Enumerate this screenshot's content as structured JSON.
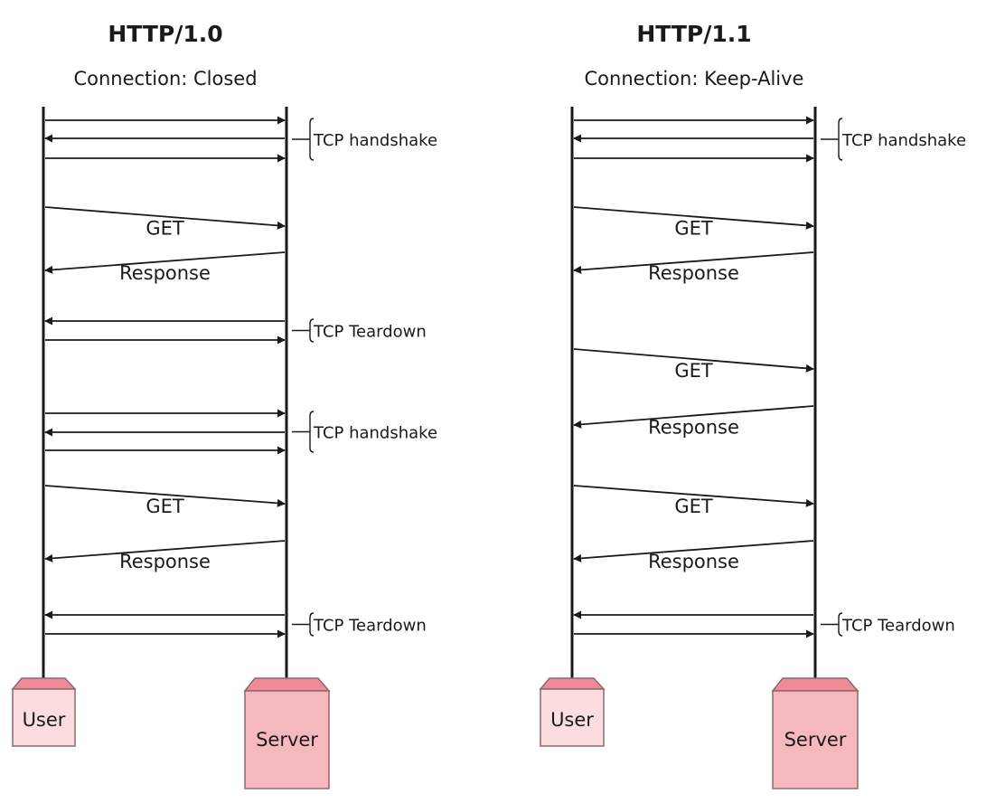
{
  "diagrams": [
    {
      "id": "http10",
      "title": "HTTP/1.0",
      "subtitle": "Connection: Closed",
      "client_label": "User",
      "server_label": "Server",
      "messages": [
        {
          "dir": "to-server",
          "kind": "flat"
        },
        {
          "dir": "to-client",
          "kind": "flat"
        },
        {
          "dir": "to-server",
          "kind": "flat"
        },
        {
          "dir": "to-server",
          "kind": "sloped",
          "label": "GET"
        },
        {
          "dir": "to-client",
          "kind": "sloped",
          "label": "Response"
        },
        {
          "dir": "to-client",
          "kind": "flat"
        },
        {
          "dir": "to-server",
          "kind": "flat"
        },
        {
          "dir": "to-server",
          "kind": "flat"
        },
        {
          "dir": "to-client",
          "kind": "flat"
        },
        {
          "dir": "to-server",
          "kind": "flat"
        },
        {
          "dir": "to-server",
          "kind": "sloped",
          "label": "GET"
        },
        {
          "dir": "to-client",
          "kind": "sloped",
          "label": "Response"
        },
        {
          "dir": "to-client",
          "kind": "flat"
        },
        {
          "dir": "to-server",
          "kind": "flat"
        }
      ],
      "annotations": [
        {
          "label": "TCP handshake",
          "from_message": 0,
          "to_message": 2
        },
        {
          "label": "TCP Teardown",
          "from_message": 5,
          "to_message": 6
        },
        {
          "label": "TCP handshake",
          "from_message": 7,
          "to_message": 9
        },
        {
          "label": "TCP Teardown",
          "from_message": 12,
          "to_message": 13
        }
      ]
    },
    {
      "id": "http11",
      "title": "HTTP/1.1",
      "subtitle": "Connection: Keep-Alive",
      "client_label": "User",
      "server_label": "Server",
      "messages": [
        {
          "dir": "to-server",
          "kind": "flat"
        },
        {
          "dir": "to-client",
          "kind": "flat"
        },
        {
          "dir": "to-server",
          "kind": "flat"
        },
        {
          "dir": "to-server",
          "kind": "sloped",
          "label": "GET"
        },
        {
          "dir": "to-client",
          "kind": "sloped",
          "label": "Response"
        },
        {
          "dir": "to-server",
          "kind": "sloped",
          "label": "GET"
        },
        {
          "dir": "to-client",
          "kind": "sloped",
          "label": "Response"
        },
        {
          "dir": "to-server",
          "kind": "sloped",
          "label": "GET"
        },
        {
          "dir": "to-client",
          "kind": "sloped",
          "label": "Response"
        },
        {
          "dir": "to-client",
          "kind": "flat"
        },
        {
          "dir": "to-server",
          "kind": "flat"
        }
      ],
      "annotations": [
        {
          "label": "TCP handshake",
          "from_message": 0,
          "to_message": 2
        },
        {
          "label": "TCP Teardown",
          "from_message": 9,
          "to_message": 10
        }
      ]
    }
  ],
  "colors": {
    "line": "#1a1a1a",
    "box_fill": "#f5b8bf",
    "box_fill_light": "#fbdde0",
    "box_top": "#ee8b97",
    "box_stroke": "#8a6a6d"
  }
}
